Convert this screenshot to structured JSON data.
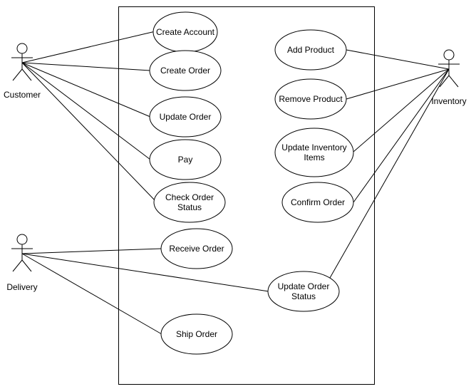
{
  "actors": [
    {
      "id": "customer",
      "label": "Customer"
    },
    {
      "id": "delivery",
      "label": "Delivery"
    },
    {
      "id": "inventory",
      "label": "Inventory"
    }
  ],
  "use_cases": [
    {
      "id": "create-account",
      "lines": [
        "Create Account"
      ]
    },
    {
      "id": "create-order",
      "lines": [
        "Create Order"
      ]
    },
    {
      "id": "update-order",
      "lines": [
        "Update Order"
      ]
    },
    {
      "id": "pay",
      "lines": [
        "Pay"
      ]
    },
    {
      "id": "check-order-status",
      "lines": [
        "Check Order",
        "Status"
      ]
    },
    {
      "id": "receive-order",
      "lines": [
        "Receive Order"
      ]
    },
    {
      "id": "ship-order",
      "lines": [
        "Ship Order"
      ]
    },
    {
      "id": "add-product",
      "lines": [
        "Add Product"
      ]
    },
    {
      "id": "remove-product",
      "lines": [
        "Remove Product"
      ]
    },
    {
      "id": "update-inventory-items",
      "lines": [
        "Update Inventory",
        "Items"
      ]
    },
    {
      "id": "confirm-order",
      "lines": [
        "Confirm Order"
      ]
    },
    {
      "id": "update-order-status",
      "lines": [
        "Update Order",
        "Status"
      ]
    }
  ],
  "associations": [
    {
      "actor": "customer",
      "use_case": "create-account"
    },
    {
      "actor": "customer",
      "use_case": "create-order"
    },
    {
      "actor": "customer",
      "use_case": "update-order"
    },
    {
      "actor": "customer",
      "use_case": "pay"
    },
    {
      "actor": "customer",
      "use_case": "check-order-status"
    },
    {
      "actor": "delivery",
      "use_case": "receive-order"
    },
    {
      "actor": "delivery",
      "use_case": "update-order-status"
    },
    {
      "actor": "delivery",
      "use_case": "ship-order"
    },
    {
      "actor": "inventory",
      "use_case": "add-product"
    },
    {
      "actor": "inventory",
      "use_case": "remove-product"
    },
    {
      "actor": "inventory",
      "use_case": "update-inventory-items"
    },
    {
      "actor": "inventory",
      "use_case": "confirm-order"
    },
    {
      "actor": "inventory",
      "use_case": "update-order-status"
    }
  ]
}
